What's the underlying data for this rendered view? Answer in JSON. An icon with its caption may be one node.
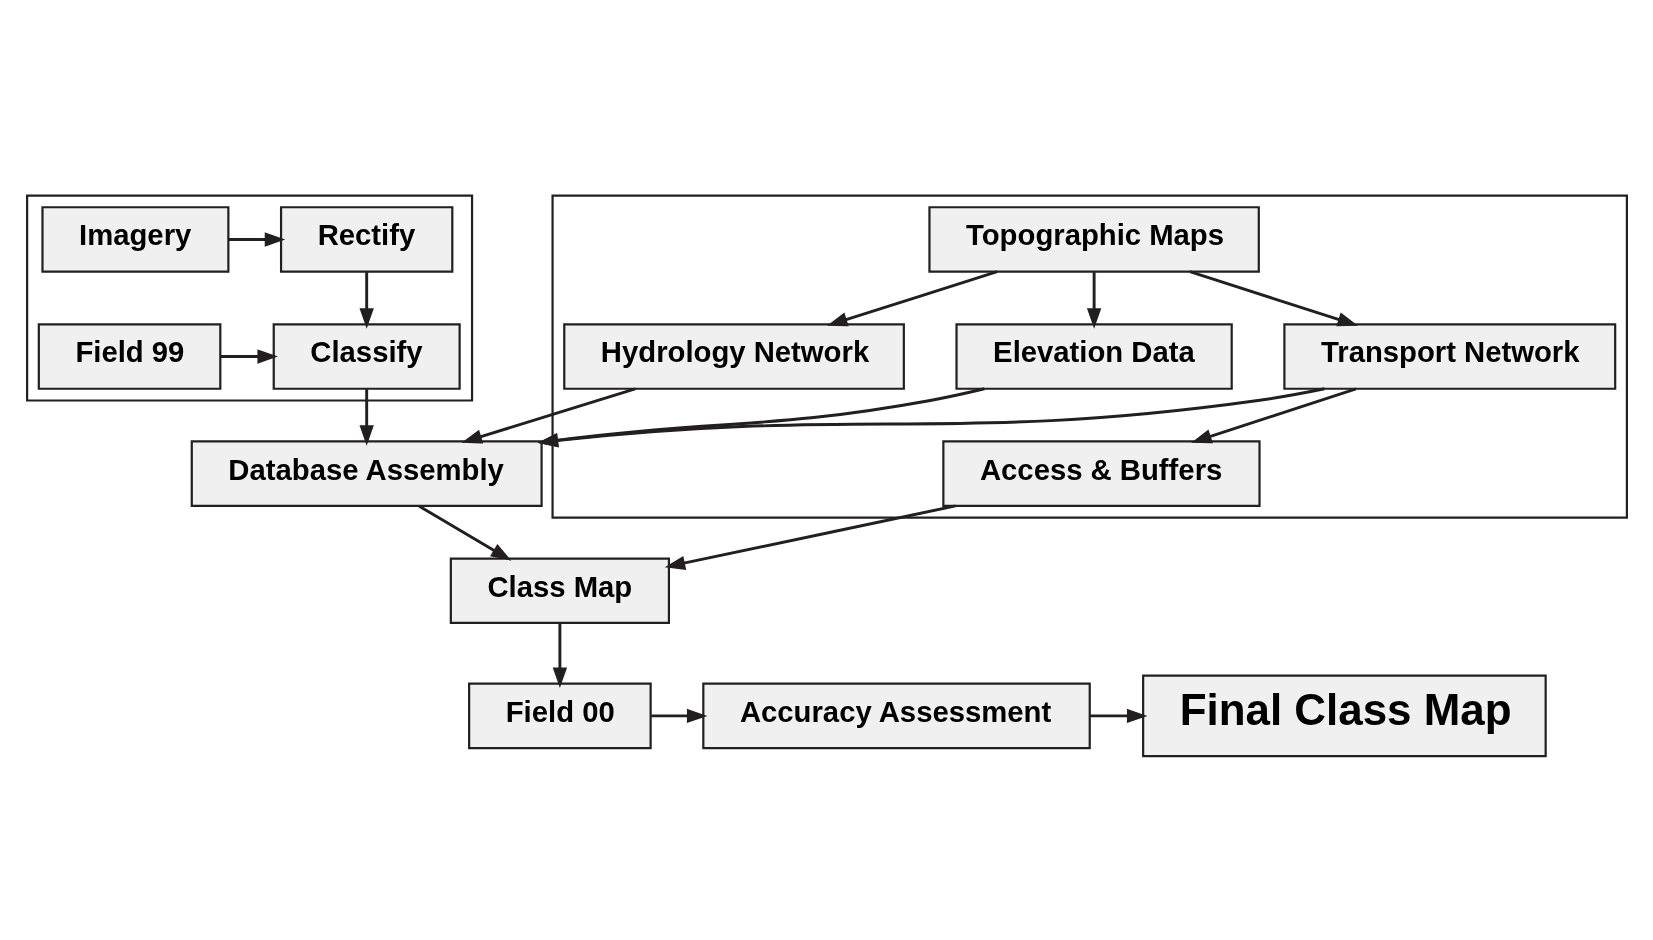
{
  "diagram": {
    "nodes": [
      {
        "text": [],
        "shape": "box"
      },
      {
        "text": [
          "Imagery"
        ],
        "in": 0
      },
      {
        "text": [
          "Rectify"
        ],
        "in": 0
      },
      {
        "text": [
          "Field 99"
        ],
        "in": 0
      },
      {
        "text": [
          "Classify"
        ],
        "in": 0
      },
      {
        "text": [],
        "shape": "box"
      },
      {
        "text": [
          "Topographic Maps"
        ],
        "in": 5
      },
      {
        "text": [
          "Hydrology Network"
        ],
        "in": 5
      },
      {
        "text": [
          "Elevation Data"
        ],
        "in": 5
      },
      {
        "text": [
          "Transport Network"
        ],
        "in": 5
      },
      {
        "text": [
          "Access & Buffers"
        ],
        "in": 5
      },
      {
        "text": [
          "Database Assembly"
        ]
      },
      {
        "text": [
          "Class Map"
        ]
      },
      {
        "text": [
          "Field 00"
        ]
      },
      {
        "text": [
          "Accuracy Assessment"
        ]
      },
      {
        "text": [
          "Final Class Map"
        ]
      }
    ],
    "edges": [
      {
        "from": 1,
        "to": 2,
        "arrow": "to"
      },
      {
        "from": 2,
        "to": 4,
        "arrow": "to"
      },
      {
        "from": 3,
        "to": 4,
        "arrow": "to"
      },
      {
        "from": 4,
        "to": 11,
        "arrow": "to"
      },
      {
        "from": 6,
        "to": 7,
        "arrow": "to"
      },
      {
        "from": 6,
        "to": 8,
        "arrow": "to"
      },
      {
        "from": 6,
        "to": 9,
        "arrow": "to"
      },
      {
        "from": 7,
        "to": 11,
        "arrow": "to"
      },
      {
        "from": 8,
        "to": 11,
        "arrow": "to"
      },
      {
        "from": 9,
        "to": 11,
        "arrow": "to"
      },
      {
        "from": 9,
        "to": 10,
        "arrow": "to"
      },
      {
        "from": 10,
        "to": 12,
        "arrow": "to"
      },
      {
        "from": 11,
        "to": 12,
        "arrow": "to"
      },
      {
        "from": 12,
        "to": 13,
        "arrow": "to"
      },
      {
        "from": 13,
        "to": 14,
        "arrow": "to"
      },
      {
        "from": 14,
        "to": 15,
        "arrow": "to"
      }
    ]
  }
}
